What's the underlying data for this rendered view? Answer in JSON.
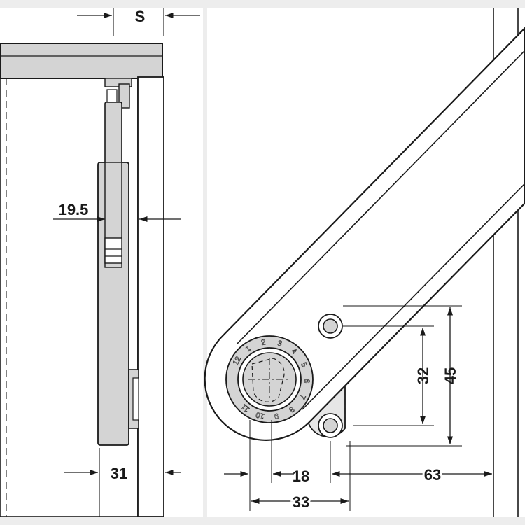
{
  "labels": {
    "s": "S",
    "d19_5": "19.5",
    "d31": "31",
    "d18": "18",
    "d33": "33",
    "d63": "63",
    "d32": "32",
    "d45": "45"
  },
  "dial": {
    "numbers": [
      "1",
      "2",
      "3",
      "4",
      "5",
      "6",
      "7",
      "8",
      "9",
      "10",
      "11",
      "12"
    ]
  },
  "colors": {
    "panel": "#ffffff",
    "background": "#ededed",
    "metal": "#d4d4d4",
    "line": "#1a1a1a"
  }
}
